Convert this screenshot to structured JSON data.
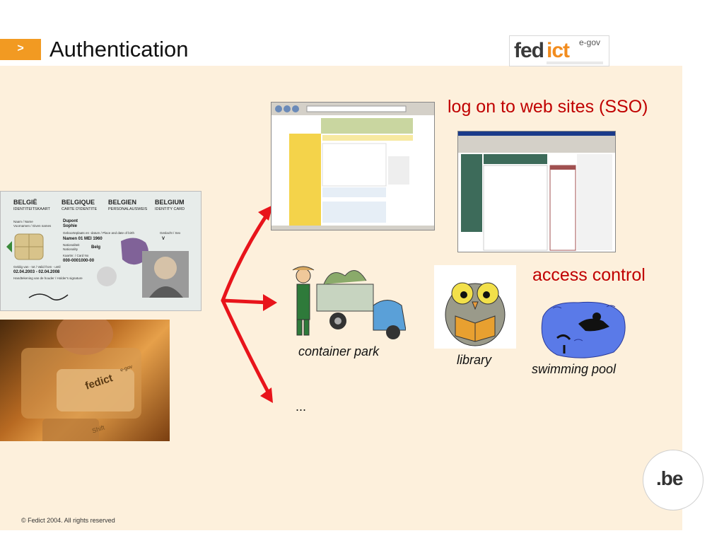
{
  "header": {
    "marker": ">",
    "title": "Authentication",
    "logo": {
      "part1": "fed",
      "part2": "ict",
      "superscript": "e-gov"
    }
  },
  "id_card": {
    "countries": [
      "BELGIË",
      "BELGIQUE",
      "BELGIEN",
      "BELGIUM"
    ],
    "doc_types": [
      "IDENTITEITSKAART",
      "CARTE D'IDENTITE",
      "PERSONALAUSWEIS",
      "IDENTITY CARD"
    ],
    "name_label": "Naam / Name",
    "given_label": "Voornamen / Given names",
    "surname": "Dupont",
    "given": "Sophie",
    "birth_label": "Geboorteplaats en -datum / Place and date of birth",
    "birth_value": "Namen 01 MEI 1960",
    "sex_label": "Geslacht / Sex",
    "sex_value": "V",
    "nationality_label": "Nationaliteit Nationality",
    "nationality_value": "Belg",
    "card_no_label": "Kaartnr. / Card No",
    "card_no_value": "000-0001000-00",
    "validity_label": "Geldig van - tot / Valid from - until",
    "validity_value": "02.04.2003 - 02.04.2008",
    "signature_label": "Handtekening van de houder / Holder's signature"
  },
  "keyboard": {
    "key_logo": "fedict",
    "key_sup": "e-gov",
    "shift": "Shift"
  },
  "services": {
    "sso_label": "log on to web sites (SSO)",
    "access_label": "access control",
    "container_park": "container park",
    "library": "library",
    "swimming_pool": "swimming pool",
    "more": "..."
  },
  "footer": {
    "copyright": "© Fedict 2004. All rights reserved"
  },
  "be_logo": ".be",
  "colors": {
    "accent": "#f29a22",
    "label_red": "#c00000",
    "arrow_red": "#e8141b",
    "background": "#fdf0dc"
  }
}
